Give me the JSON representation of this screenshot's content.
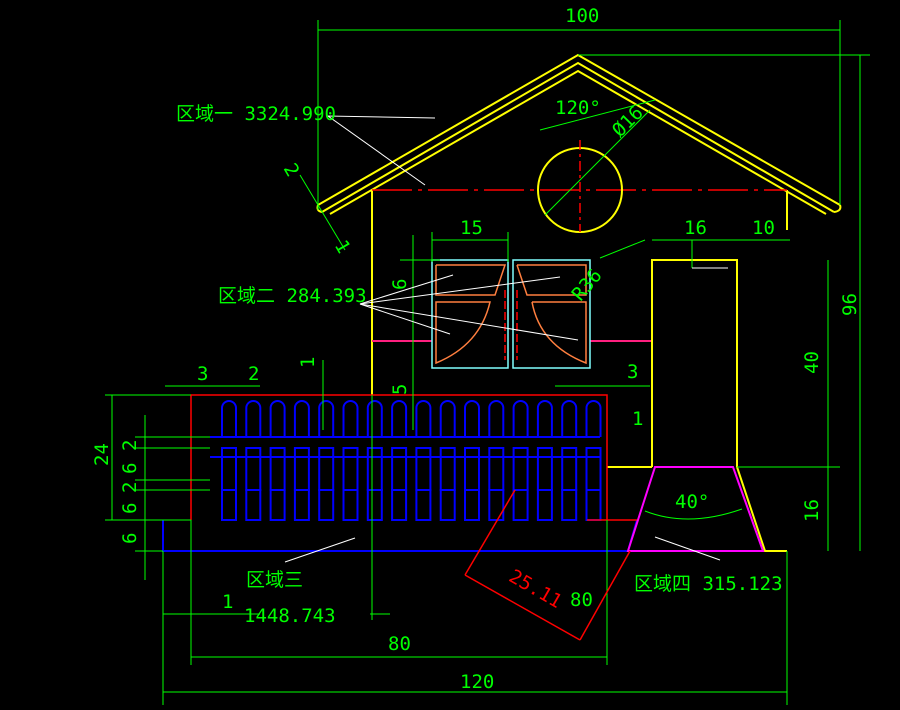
{
  "drawing": {
    "regions": {
      "region1": "区域一 3324.990",
      "region2": "区域二 284.393",
      "region3_label": "区域三",
      "region3_value": "1448.743",
      "region4": "区域四 315.123"
    },
    "dimensions": {
      "top_width": "100",
      "roof_angle": "120°",
      "circle_diameter": "Ø16",
      "roof_thickness_a": "2",
      "roof_thickness_b": "1",
      "window_width": "15",
      "chimney_width": "16",
      "chimney_offset": "10",
      "window_height": "6",
      "window_radius": "R36",
      "fence_left_a": "3",
      "fence_left_b": "2",
      "fence_top": "1",
      "window_bottom": "5",
      "fence_right": "3",
      "fence_right_gap": "1",
      "fence_height": "24",
      "row_a": "2",
      "row_b": "6",
      "row_c": "2",
      "row_d": "6",
      "base_height": "6",
      "chimney_height": "40",
      "total_height": "96",
      "base_right_height": "16",
      "base_angle": "40°",
      "left_offset": "1",
      "slant_length": "25.11",
      "slant_label": "80",
      "fence_width": "80",
      "total_width": "120"
    },
    "colors": {
      "dimension": "#00ff00",
      "outline": "#ffff00",
      "fence": "#0000ff",
      "centerline": "#ff0000",
      "base": "#ff00ff"
    }
  }
}
